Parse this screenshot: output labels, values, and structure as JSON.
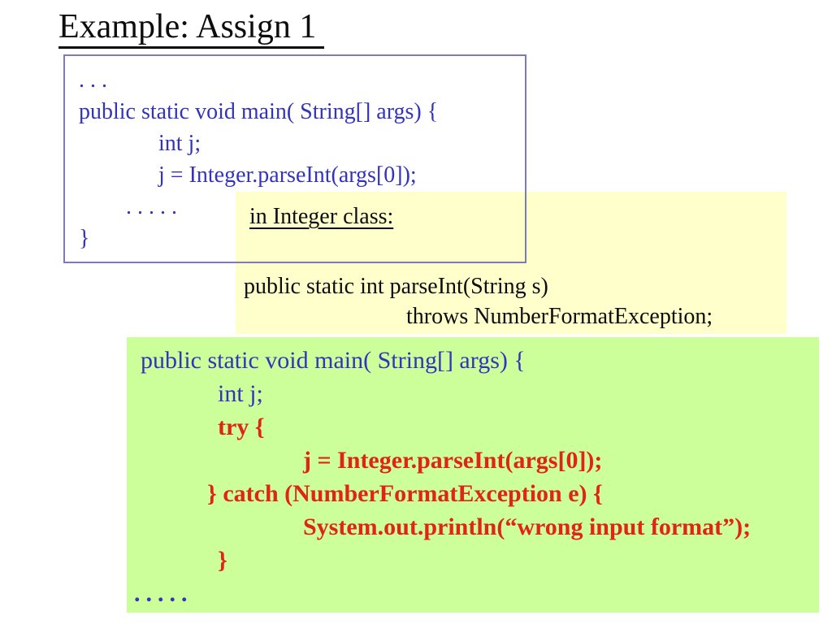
{
  "slide": {
    "title": "Example: Assign 1"
  },
  "colors": {
    "code_blue": "#3333BB",
    "code_red": "#E02418",
    "frame_border": "#7B7BB5",
    "yellow_bg": "#FFFFCC",
    "green_bg": "#CCFF99",
    "text_black": "#0D0D0D"
  },
  "main_code_box": {
    "lines": [
      "...",
      "public static void main( String[] args) {",
      "int j;",
      "j = Integer.parseInt(args[0]);",
      ".....",
      "}"
    ]
  },
  "integer_class_note": {
    "heading": "in Integer class:",
    "lines": [
      "public static int parseInt(String s)",
      "throws NumberFormatException;"
    ]
  },
  "try_catch_box": {
    "lines": [
      "public static void main( String[] args) {",
      "int j;",
      "try {",
      "j = Integer.parseInt(args[0]);",
      "} catch (NumberFormatException e) {",
      "System.out.println(“wrong input format”);",
      "}",
      "....."
    ]
  }
}
